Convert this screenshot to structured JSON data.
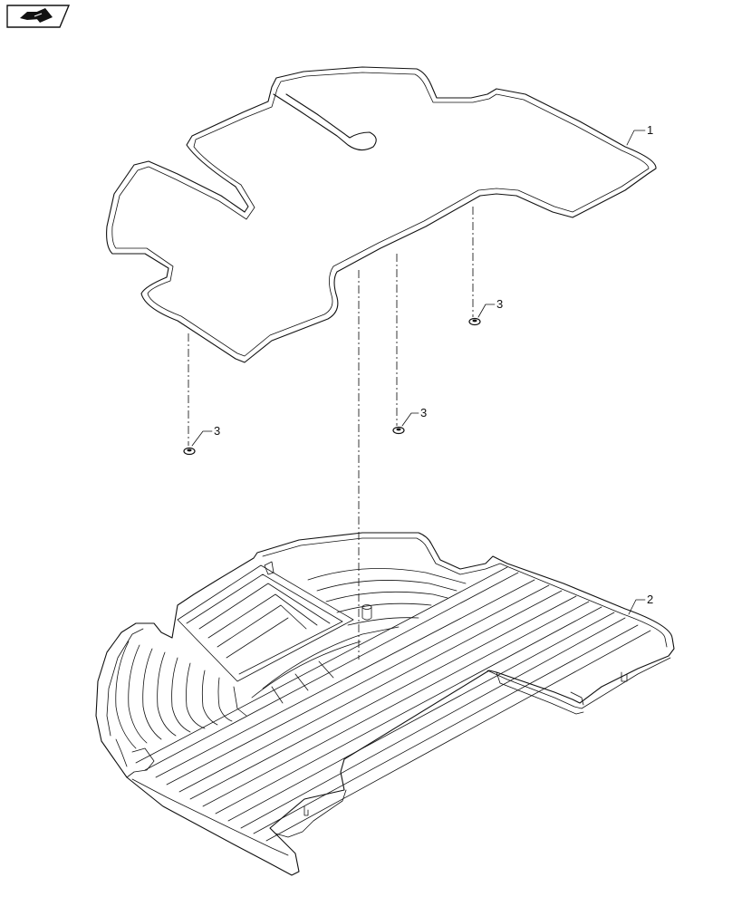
{
  "nav_icon": "book-arrow-icon",
  "callouts": [
    {
      "id": "callout-1",
      "label": "1"
    },
    {
      "id": "callout-2",
      "label": "2"
    },
    {
      "id": "callout-3a",
      "label": "3"
    },
    {
      "id": "callout-3b",
      "label": "3"
    },
    {
      "id": "callout-3c",
      "label": "3"
    }
  ]
}
